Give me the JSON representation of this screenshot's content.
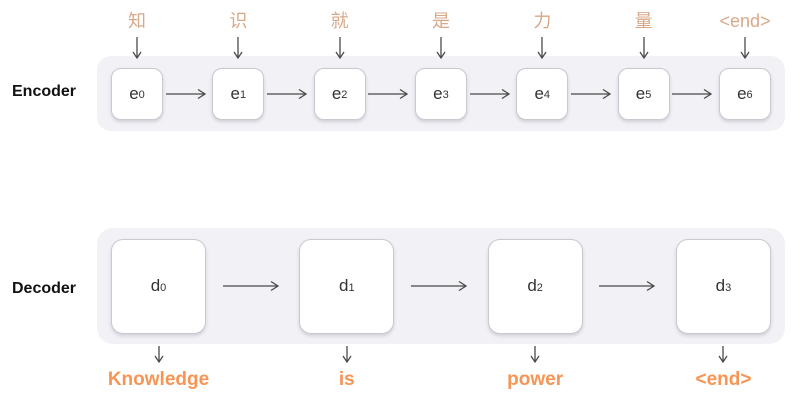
{
  "title": "Seq2seq encoder-decoder translation diagram",
  "encoder": {
    "label": "Encoder",
    "inputs": [
      "知",
      "识",
      "就",
      "是",
      "力",
      "量",
      "<end>"
    ],
    "cells": [
      {
        "base": "e",
        "sub": "0"
      },
      {
        "base": "e",
        "sub": "1"
      },
      {
        "base": "e",
        "sub": "2"
      },
      {
        "base": "e",
        "sub": "3"
      },
      {
        "base": "e",
        "sub": "4"
      },
      {
        "base": "e",
        "sub": "5"
      },
      {
        "base": "e",
        "sub": "6"
      }
    ]
  },
  "decoder": {
    "label": "Decoder",
    "cells": [
      {
        "base": "d",
        "sub": "0"
      },
      {
        "base": "d",
        "sub": "1"
      },
      {
        "base": "d",
        "sub": "2"
      },
      {
        "base": "d",
        "sub": "3"
      }
    ],
    "outputs": [
      "Knowledge",
      "is",
      "power",
      "<end>"
    ]
  },
  "colors": {
    "input_token": "#d8a888",
    "output_token": "#f79554",
    "container_bg": "#f2f1f6",
    "cell_bg": "#ffffff",
    "cell_border": "#c9c9d0",
    "arrow": "#4a4a4a",
    "label_text": "#111111",
    "cell_text": "#333333"
  }
}
